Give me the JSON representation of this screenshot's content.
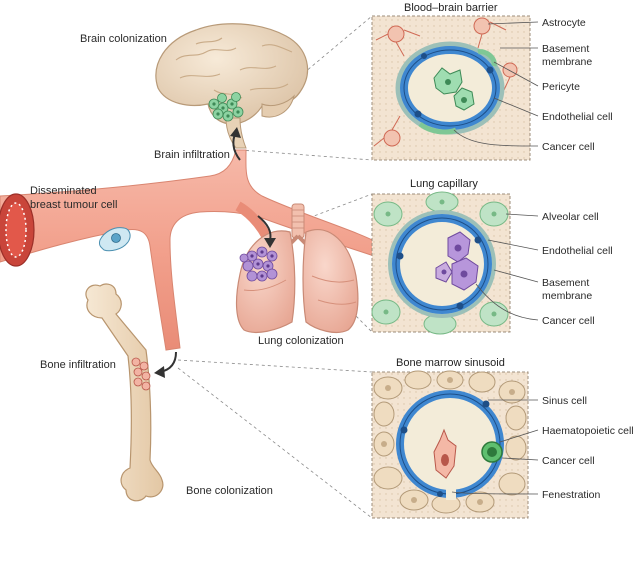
{
  "organ_labels": {
    "brain_colonization": "Brain colonization",
    "brain_infiltration": "Brain infiltration",
    "disseminated_line1": "Disseminated",
    "disseminated_line2": "breast tumour cell",
    "lung_colonization": "Lung colonization",
    "bone_infiltration": "Bone infiltration",
    "bone_colonization": "Bone colonization"
  },
  "panels": {
    "bbb": {
      "title": "Blood–brain barrier",
      "labels": [
        "Astrocyte",
        "Basement",
        "membrane",
        "Pericyte",
        "Endothelial cell",
        "Cancer cell"
      ]
    },
    "lung": {
      "title": "Lung capillary",
      "labels": [
        "Alveolar cell",
        "Endothelial cell",
        "Basement",
        "membrane",
        "Cancer cell"
      ]
    },
    "bone": {
      "title": "Bone marrow sinusoid",
      "labels": [
        "Sinus cell",
        "Haematopoietic cell",
        "Cancer cell",
        "Fenestration"
      ]
    }
  },
  "colors": {
    "vessel": "#f4a592",
    "vessel_dark": "#d9624f",
    "endothelium": "#3f87d0",
    "brain": "#efdcc5",
    "lung": "#f4c1b3",
    "bone": "#f1dcc1",
    "panel_bg": "#f4e6d5",
    "cancer_green": "#8cd6a0",
    "cancer_purple": "#b592d8"
  }
}
